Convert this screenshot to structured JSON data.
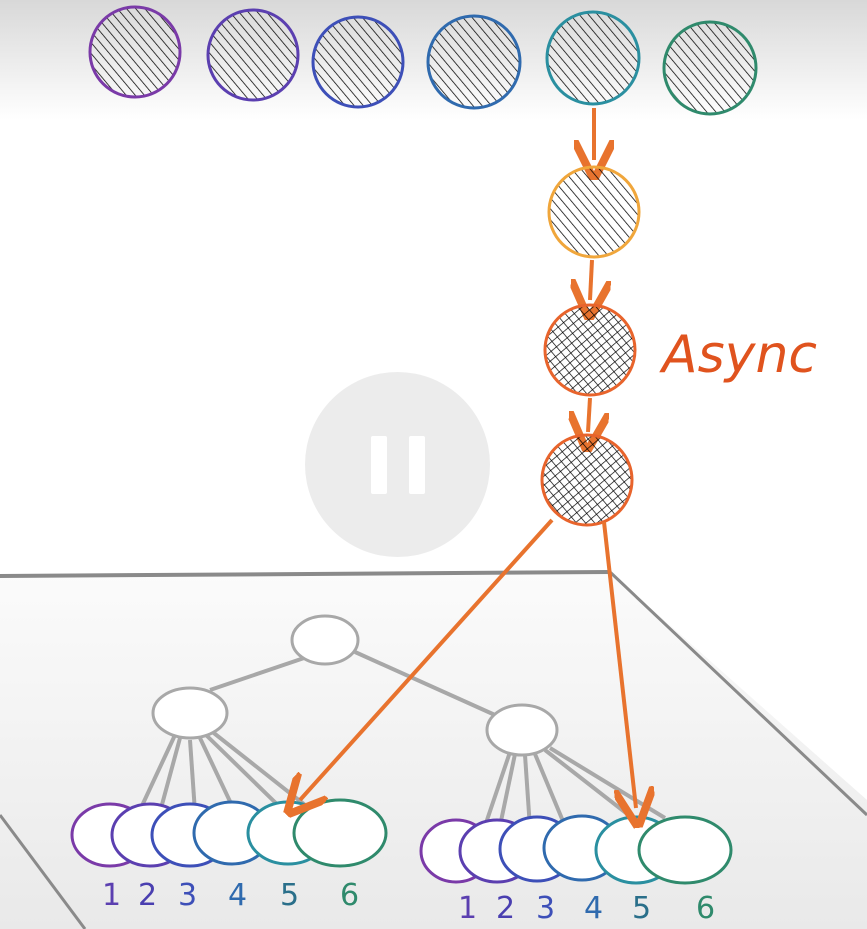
{
  "annotation": {
    "text": "Async"
  },
  "colors": {
    "purple": "#7a3aa8",
    "violet": "#5b3fb0",
    "indigo": "#3d4fb8",
    "blue": "#2f6aae",
    "teal": "#2a8fa0",
    "green": "#2f8a6c",
    "amber": "#f0a63b",
    "orange": "#e8642c",
    "outline": "#a8a8a8",
    "floor_line": "#8a8a8a"
  },
  "left_leaf_labels": [
    "1",
    "2",
    "3",
    "4",
    "5",
    "6"
  ],
  "right_leaf_labels": [
    "1",
    "2",
    "3",
    "4",
    "5",
    "6"
  ],
  "player": {
    "state": "pause-icon"
  }
}
